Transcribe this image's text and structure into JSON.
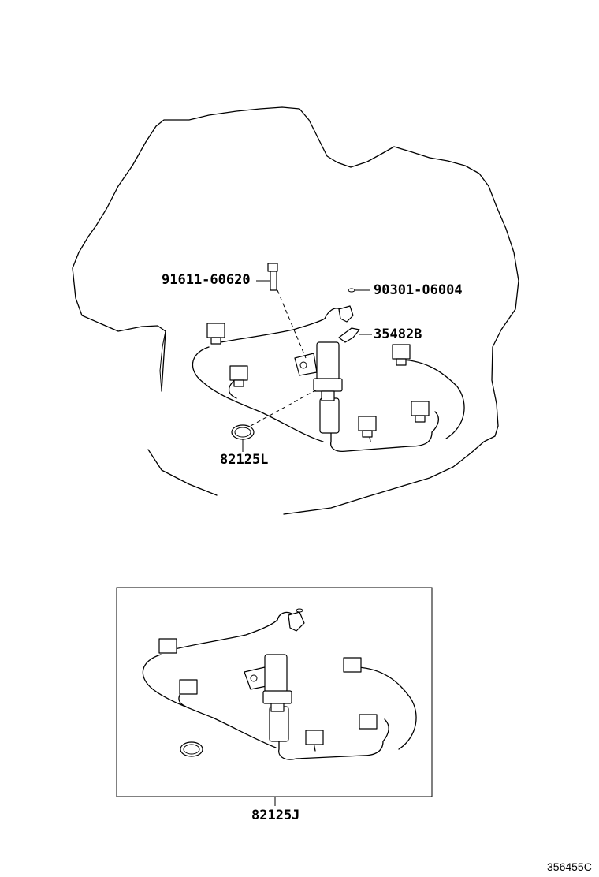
{
  "callouts": {
    "bolt": "91611-60620",
    "clamp": "90301-06004",
    "bracket": "35482B",
    "oring": "82125L",
    "harness_assembly": "82125J"
  },
  "diagram_id": "356455C"
}
